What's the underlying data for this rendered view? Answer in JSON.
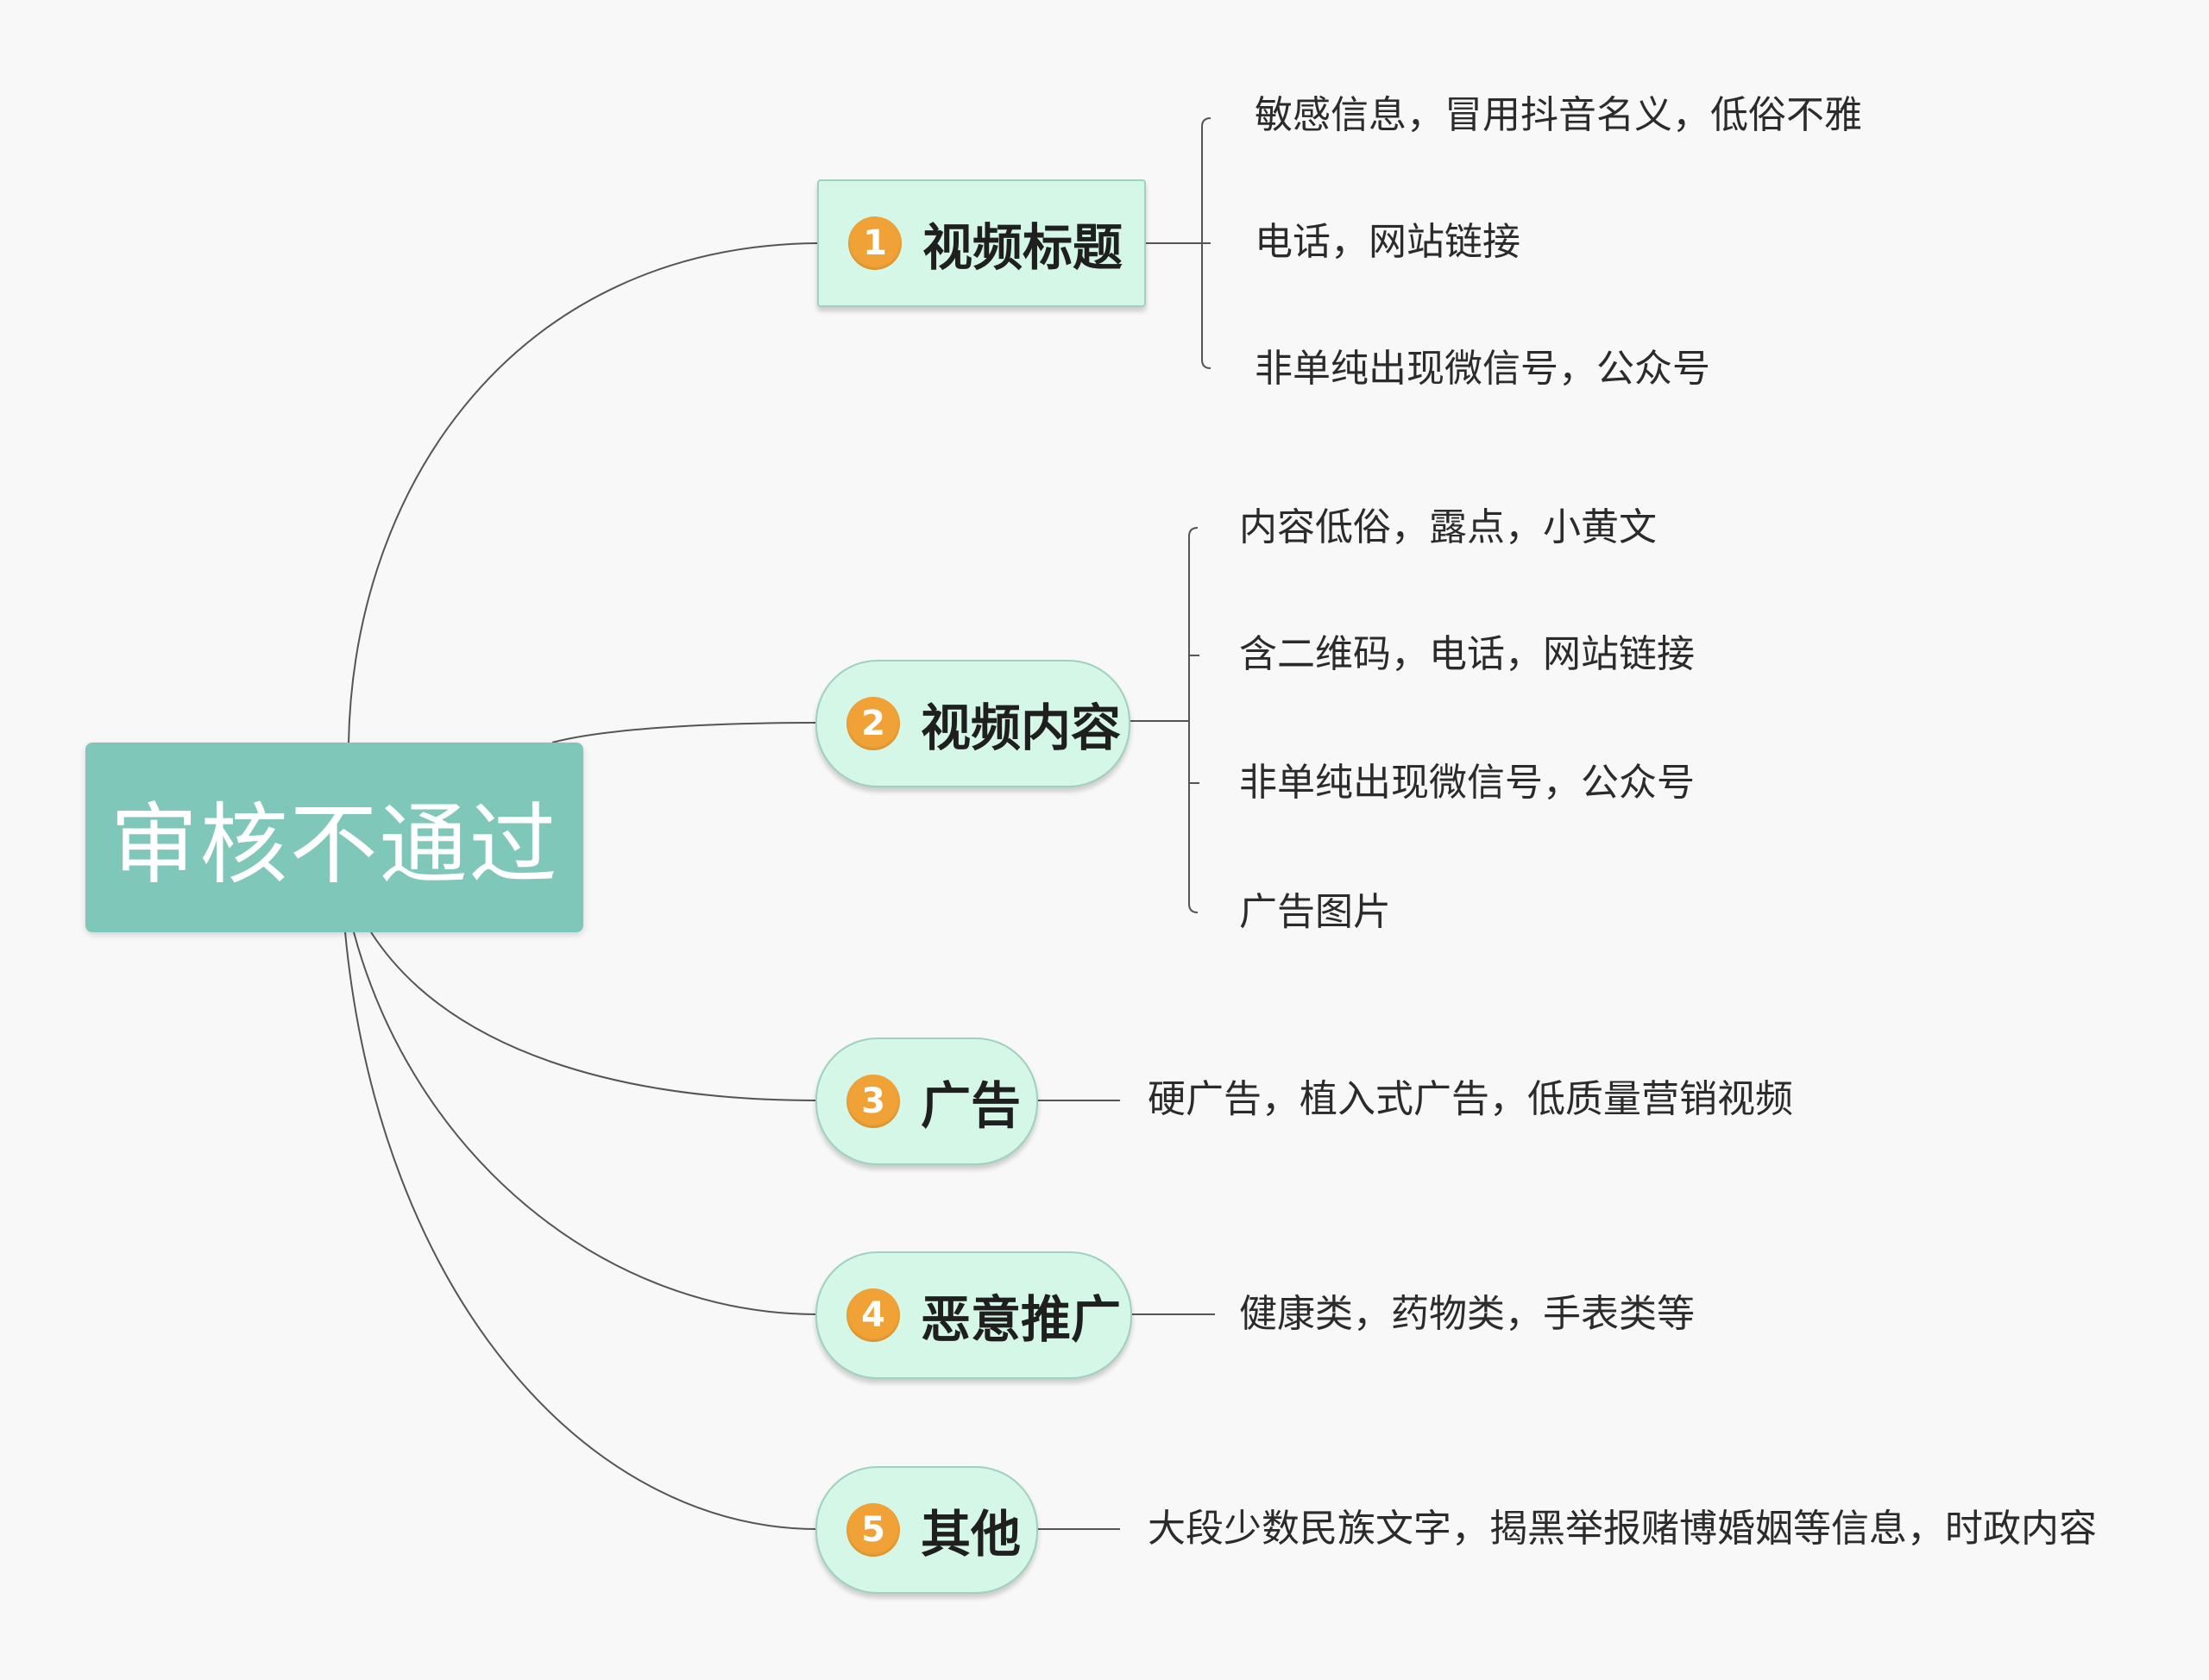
{
  "root": {
    "label": "审核不通过"
  },
  "branches": [
    {
      "badge": "1",
      "label": "视频标题",
      "leaves": [
        "敏感信息，冒用抖音名义，低俗不雅",
        "电话，网站链接",
        "非单纯出现微信号，公众号"
      ]
    },
    {
      "badge": "2",
      "label": "视频内容",
      "leaves": [
        "内容低俗，露点，小黄文",
        "含二维码，电话，网站链接",
        "非单纯出现微信号，公众号",
        "广告图片"
      ]
    },
    {
      "badge": "3",
      "label": "广告",
      "leaves": [
        "硬广告，植入式广告，低质量营销视频"
      ]
    },
    {
      "badge": "4",
      "label": "恶意推广",
      "leaves": [
        "健康类，药物类，手表类等"
      ]
    },
    {
      "badge": "5",
      "label": "其他",
      "leaves": [
        "大段少数民族文字，揭黑举报赌博婚姻等信息，时政内容"
      ]
    }
  ]
}
